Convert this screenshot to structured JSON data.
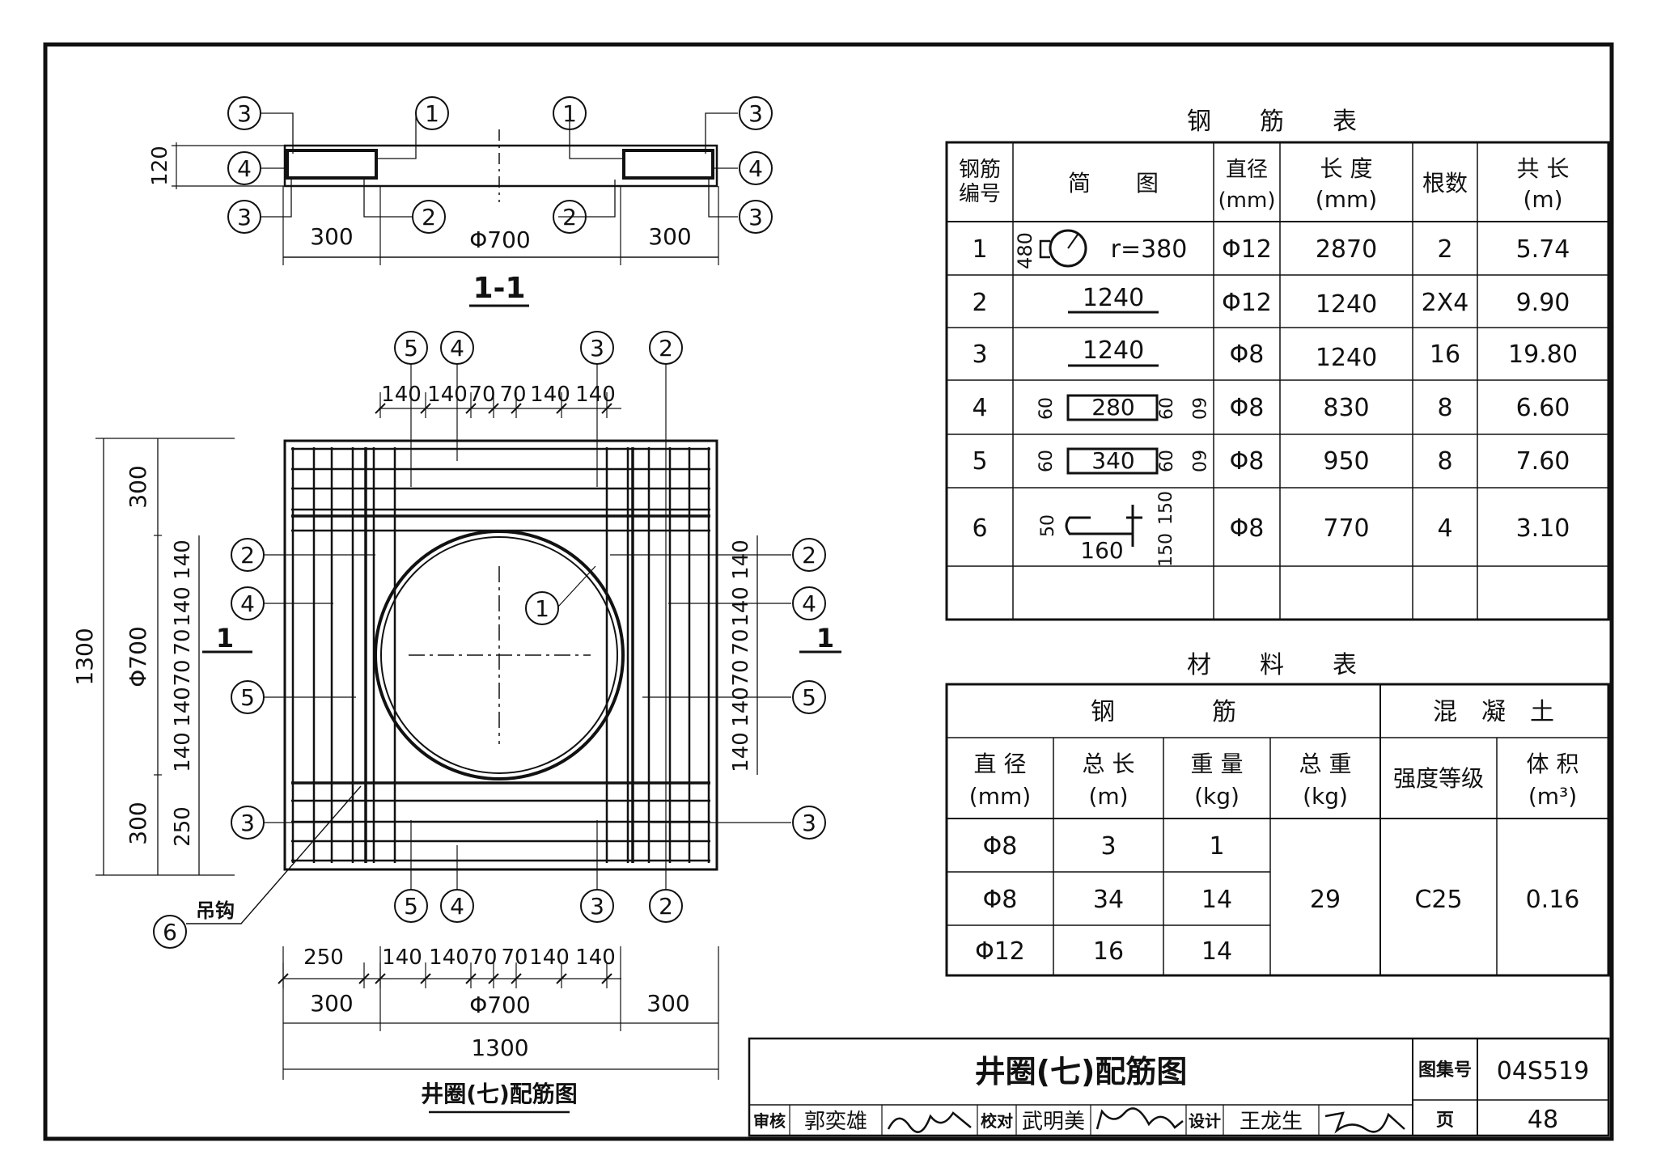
{
  "section": {
    "title": "1-1",
    "dim_height": "120",
    "dim_left": "300",
    "dim_center": "Φ700",
    "dim_right": "300",
    "callouts": [
      "3",
      "4",
      "3",
      "1",
      "2",
      "1",
      "2",
      "3",
      "4",
      "3"
    ]
  },
  "plan": {
    "title": "井圈(七)配筋图",
    "hook_label": "吊钩",
    "callouts": [
      "5",
      "4",
      "3",
      "2",
      "2",
      "4",
      "5",
      "3",
      "2",
      "4",
      "5",
      "3",
      "1",
      "5",
      "4",
      "3",
      "2",
      "6"
    ],
    "top_dims": [
      "140",
      "140",
      "70",
      "70",
      "140",
      "140"
    ],
    "bottom_dims_row1": [
      "250",
      "140",
      "140",
      "70",
      "70",
      "140",
      "140"
    ],
    "bottom_dims_row2": [
      "300",
      "Φ700",
      "300"
    ],
    "bottom_dims_total": "1300",
    "left_dims_outer": [
      "300",
      "Φ700",
      "300"
    ],
    "left_dims_total": "1300",
    "left_dims_inner": [
      "140",
      "140",
      "70",
      "70",
      "140",
      "140",
      "250"
    ],
    "right_dims": [
      "140",
      "140",
      "70",
      "70",
      "140",
      "140"
    ],
    "section_mark": "1"
  },
  "rebar_table": {
    "title": "钢　　筋　　表",
    "headers": [
      "钢筋\n编号",
      "简　　图",
      "直径\n(mm)",
      "长 度\n(mm)",
      "根数",
      "共 长\n(m)"
    ],
    "rows": [
      {
        "no": "1",
        "sketch": "r=380",
        "sketch_dims": [
          "480"
        ],
        "dia": "Φ12",
        "len": "2870",
        "count": "2",
        "total": "5.74"
      },
      {
        "no": "2",
        "sketch": "1240",
        "sketch_dims": [],
        "dia": "Φ12",
        "len": "1240",
        "count": "2X4",
        "total": "9.90"
      },
      {
        "no": "3",
        "sketch": "1240",
        "sketch_dims": [],
        "dia": "Φ8",
        "len": "1240",
        "count": "16",
        "total": "19.80"
      },
      {
        "no": "4",
        "sketch": "280",
        "sketch_dims": [
          "60",
          "60",
          "60"
        ],
        "dia": "Φ8",
        "len": "830",
        "count": "8",
        "total": "6.60"
      },
      {
        "no": "5",
        "sketch": "340",
        "sketch_dims": [
          "60",
          "60",
          "60"
        ],
        "dia": "Φ8",
        "len": "950",
        "count": "8",
        "total": "7.60"
      },
      {
        "no": "6",
        "sketch": "160",
        "sketch_dims": [
          "50",
          "150",
          "150"
        ],
        "dia": "Φ8",
        "len": "770",
        "count": "4",
        "total": "3.10"
      }
    ]
  },
  "material_table": {
    "title": "材　　料　　表",
    "group_steel": "钢　　　　筋",
    "group_concrete": "混　凝　土",
    "headers": [
      "直 径\n(mm)",
      "总 长\n(m)",
      "重 量\n(kg)",
      "总 重\n(kg)",
      "强度等级",
      "体 积\n(m³)"
    ],
    "rows": [
      {
        "dia": "Φ8",
        "len": "3",
        "wt": "1"
      },
      {
        "dia": "Φ8",
        "len": "34",
        "wt": "14"
      },
      {
        "dia": "Φ12",
        "len": "16",
        "wt": "14"
      }
    ],
    "total_weight": "29",
    "grade": "C25",
    "volume": "0.16"
  },
  "title_block": {
    "drawing_title": "井圈(七)配筋图",
    "atlas_label": "图集号",
    "atlas_no": "04S519",
    "review_label": "审核",
    "reviewer": "郭奕雄",
    "check_label": "校对",
    "checker": "武明美",
    "design_label": "设计",
    "designer": "王龙生",
    "page_label": "页",
    "page_no": "48"
  }
}
